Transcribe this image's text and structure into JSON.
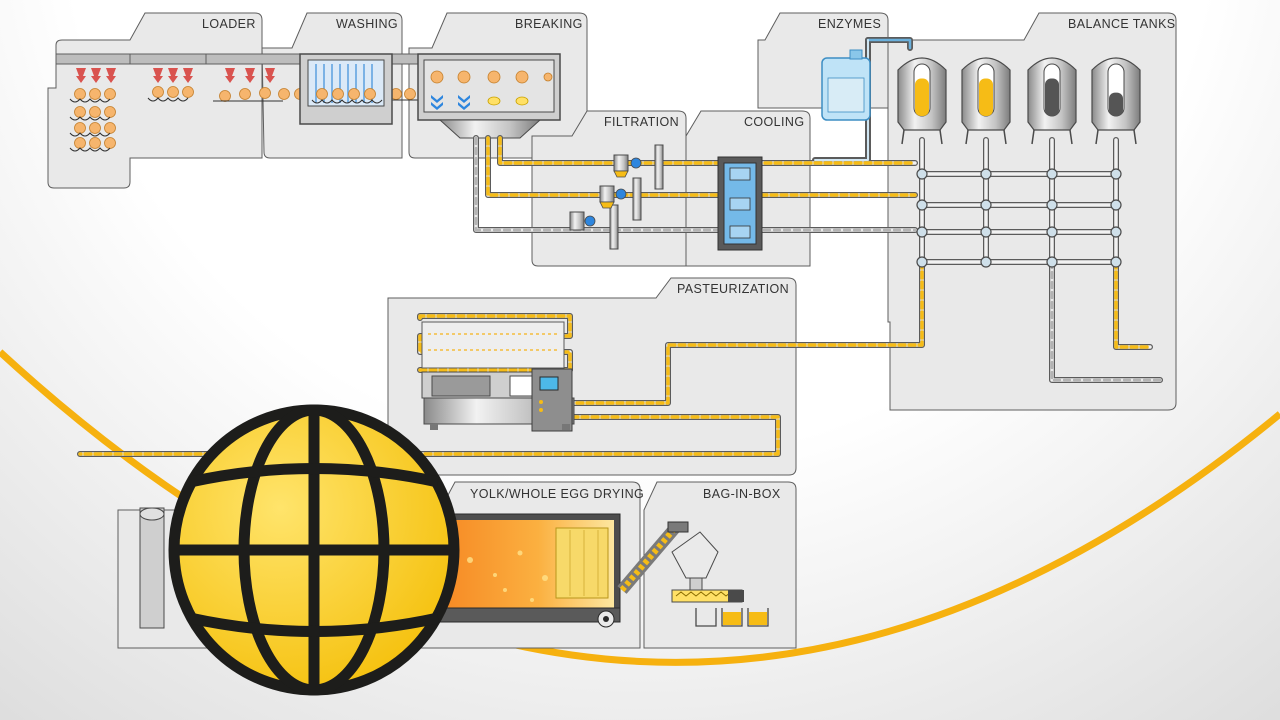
{
  "sections": {
    "loader": "LOADER",
    "washing": "WASHING",
    "breaking": "BREAKING",
    "enzymes": "ENZYMES",
    "balance_tanks": "BALANCE TANKS",
    "filtration": "FILTRATION",
    "cooling": "COOLING",
    "pasteurization": "PASTEURIZATION",
    "drying": "YOLK/WHOLE EGG DRYING",
    "bag_in_box": "BAG-IN-BOX"
  },
  "balance_tank_levels": [
    0.72,
    0.72,
    0.72,
    0.45
  ],
  "colors": {
    "yolk": "#f6bc16",
    "panel": "#e9e9e9",
    "panel_stroke": "#5e5e5e",
    "brand_yellow": "#f7c51a",
    "globe_outline": "#1d1d1b"
  },
  "icons": [
    "globe-icon",
    "enzymes-canister-icon"
  ]
}
